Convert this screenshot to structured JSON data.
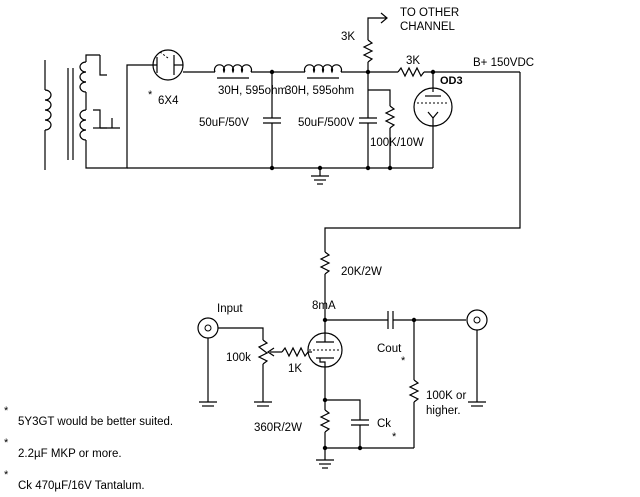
{
  "labels": {
    "to_other_channel_1": "TO OTHER",
    "to_other_channel_2": "CHANNEL",
    "r_3k_top": "3K",
    "r_3k_series": "3K",
    "b_plus": "B+ 150VDC",
    "od3": "OD3",
    "rectifier": "6X4",
    "choke1": "30H, 595ohm",
    "choke2": "30H, 595ohm",
    "cap1": "50uF/50V",
    "cap2": "50uF/500V",
    "r_100k_10w": "100K/10W",
    "r_20k": "20K/2W",
    "current": "8mA",
    "input": "Input",
    "r_100k": "100k",
    "r_1k": "1K",
    "cout": "Cout",
    "r_100k_out_1": "100K or",
    "r_100k_out_2": "higher.",
    "r_360": "360R/2W",
    "ck": "Ck"
  },
  "notes": [
    "5Y3GT would be better suited.",
    "2.2µF MKP or more.",
    "Ck 470µF/16V Tantalum."
  ],
  "marker": "*"
}
